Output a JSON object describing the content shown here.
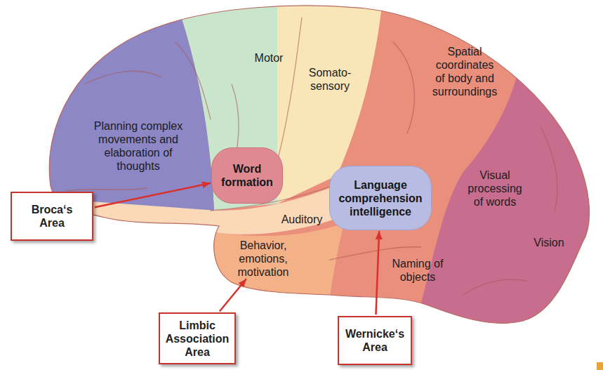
{
  "diagram": {
    "nodes": [
      {
        "text": [
          "Motor"
        ]
      },
      {
        "text": [
          "Somato- sensory"
        ]
      },
      {
        "text": [
          "Spatial coordinates of body and surroundings"
        ]
      },
      {
        "text": [
          "Planning complex movements and elaboration of thoughts"
        ]
      },
      {
        "text": [
          "Word formation"
        ]
      },
      {
        "text": [
          "Language comprehension intelligence"
        ]
      },
      {
        "text": [
          "Visual processing of words"
        ]
      },
      {
        "text": [
          "Auditory"
        ]
      },
      {
        "text": [
          "Behavior, emotions, motivation"
        ]
      },
      {
        "text": [
          "Vision"
        ]
      },
      {
        "text": [
          "Naming of objects"
        ]
      },
      {
        "text": [
          "Broca‘s Area"
        ]
      },
      {
        "text": [
          "Limbic Association Area"
        ]
      },
      {
        "text": [
          "Wernicke‘s Area"
        ]
      }
    ],
    "edges": [
      {
        "from": 11,
        "to": 4,
        "arrow": "to"
      },
      {
        "from": 12,
        "to": 8,
        "arrow": "to"
      },
      {
        "from": 13,
        "to": 5,
        "arrow": "to"
      }
    ]
  }
}
